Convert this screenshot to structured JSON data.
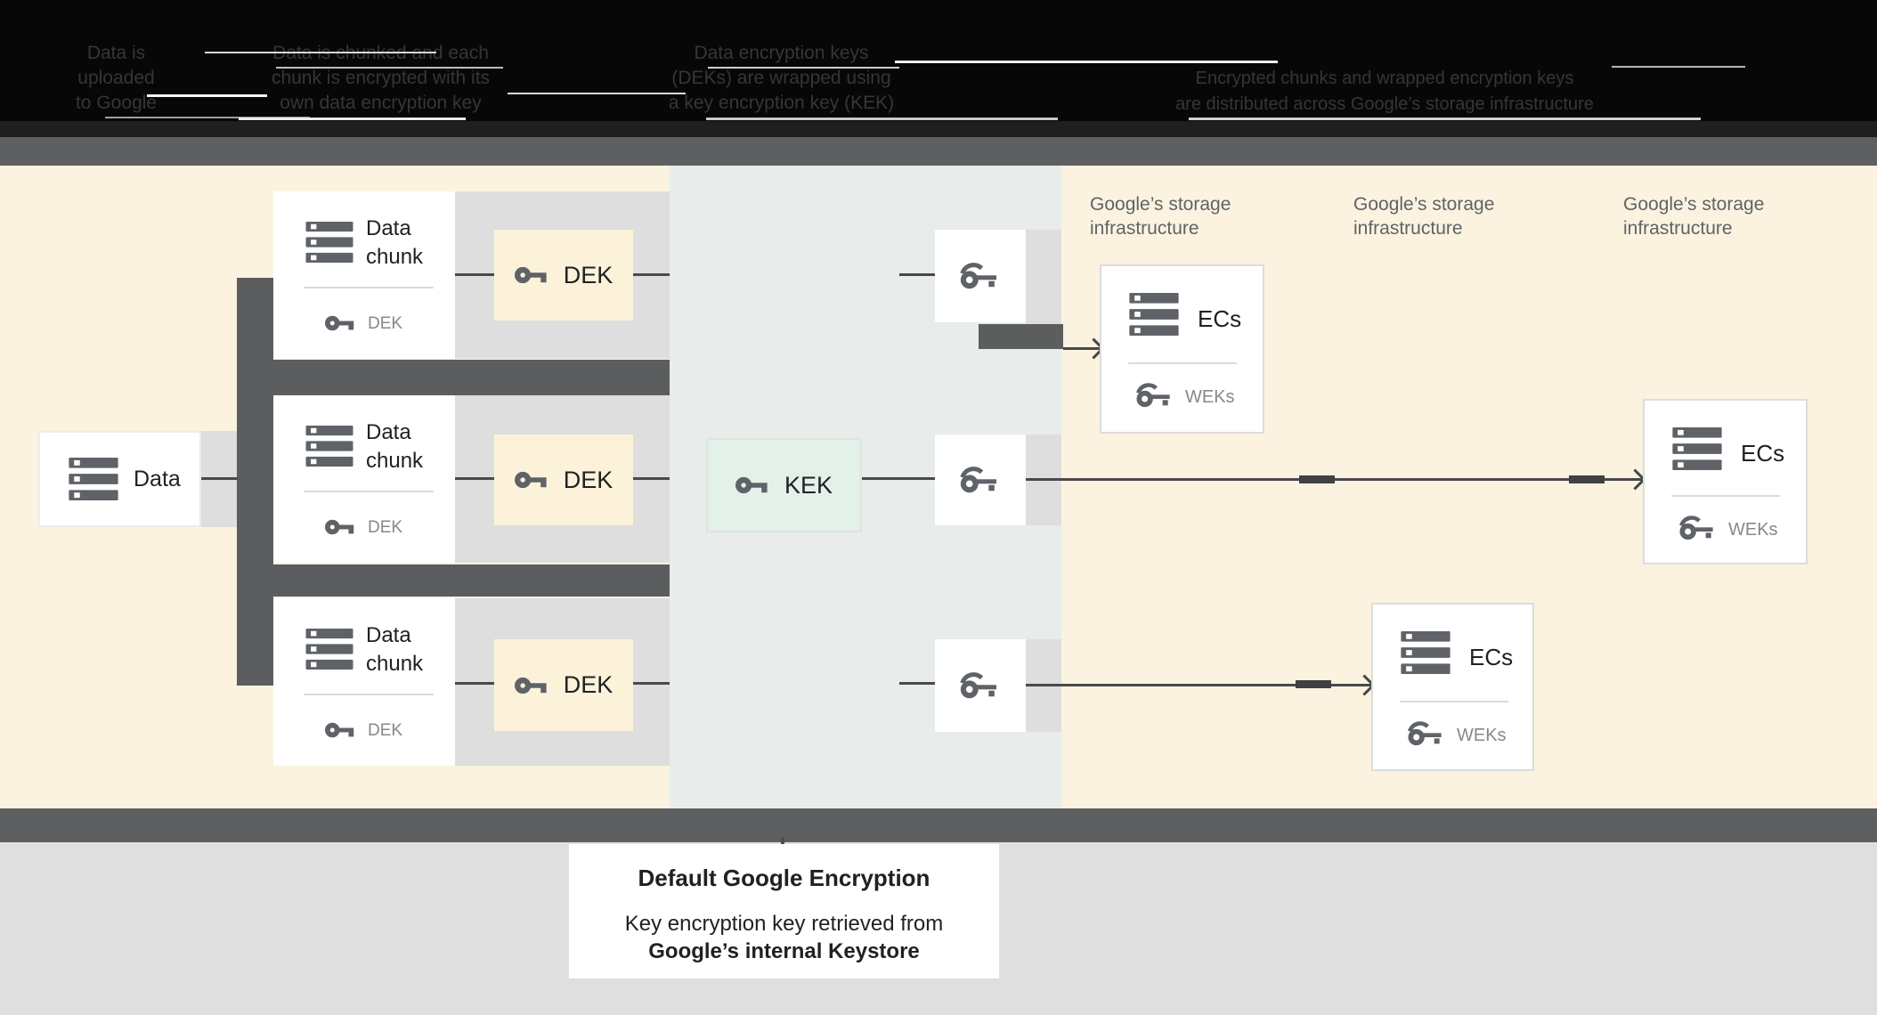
{
  "banner": {
    "blocks": [
      {
        "lines": [
          "Data is",
          "uploaded",
          "to Google"
        ]
      },
      {
        "lines": [
          "Data is chunked and each",
          "chunk is encrypted with its",
          "own data encryption key"
        ]
      },
      {
        "lines": [
          "Data encryption keys",
          "(DEKs) are wrapped using",
          "a key encryption key (KEK)"
        ]
      },
      {
        "lines": [
          "Encrypted chunks and wrapped encryption keys",
          "are distributed across Google’s storage infrastructure"
        ]
      }
    ]
  },
  "diagram": {
    "data_box": {
      "label": "Data"
    },
    "chunks": [
      {
        "title": "Data chunk",
        "key_label": "DEK"
      },
      {
        "title": "Data chunk",
        "key_label": "DEK"
      },
      {
        "title": "Data chunk",
        "key_label": "DEK"
      }
    ],
    "deks": [
      {
        "label": "DEK"
      },
      {
        "label": "DEK"
      },
      {
        "label": "DEK"
      }
    ],
    "kek": {
      "label": "KEK"
    },
    "storage_labels": [
      {
        "line1": "Google’s storage",
        "line2": "infrastructure"
      },
      {
        "line1": "Google’s storage",
        "line2": "infrastructure"
      },
      {
        "line1": "Google’s storage",
        "line2": "infrastructure"
      }
    ],
    "ecs": [
      {
        "title": "ECs",
        "key_label": "WEKs"
      },
      {
        "title": "ECs",
        "key_label": "WEKs"
      },
      {
        "title": "ECs",
        "key_label": "WEKs"
      }
    ]
  },
  "caption": {
    "title": "Default Google Encryption",
    "body_line1": "Key encryption key retrieved from",
    "body_line2": "Google’s internal Keystore"
  },
  "colors": {
    "cream_panel": "#FBF3DF",
    "mid_panel": "#E8ECEB",
    "strip_gray": "#DEDEDE",
    "pipe_gray": "#5C5D5E",
    "bar_gray": "#5E5F60",
    "icon_gray": "#5F6368",
    "dek_cream": "#FCF2DA",
    "kek_mint": "#E3F1E8",
    "text_dark": "#202124",
    "text_gray": "#85888C",
    "label_gray": "#5F6368",
    "banner_bg": "#070707",
    "banner_text": "#363636",
    "bottom_gray": "#DFDFDF"
  }
}
